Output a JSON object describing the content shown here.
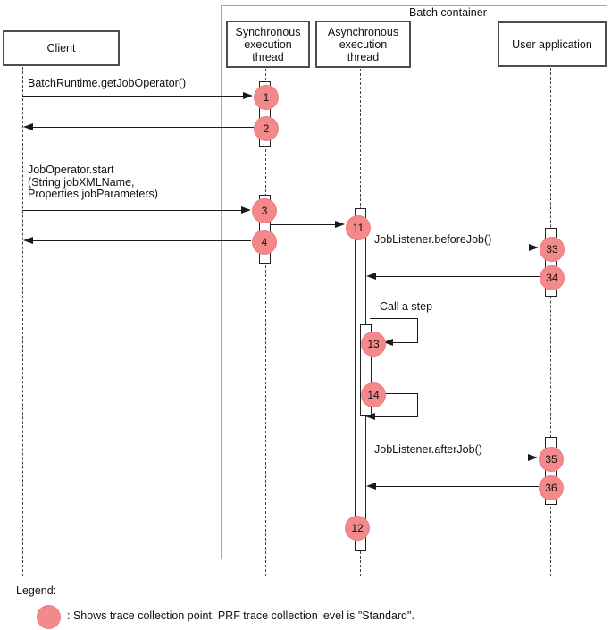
{
  "container": {
    "title": "Batch container"
  },
  "actors": {
    "client": {
      "label": "Client"
    },
    "sync_thread": {
      "lines": [
        "Synchronous",
        "execution",
        "thread"
      ]
    },
    "async_thread": {
      "lines": [
        "Asynchronous",
        "execution",
        "thread"
      ]
    },
    "user_app": {
      "label": "User application"
    }
  },
  "messages": {
    "get_job_operator": "BatchRuntime.getJobOperator()",
    "job_operator_start_lines": [
      "JobOperator.start",
      "(String jobXMLName,",
      "Properties jobParameters)"
    ],
    "before_job": "JobListener.beforeJob()",
    "call_a_step": "Call a step",
    "after_job": "JobListener.afterJob()"
  },
  "trace_points": [
    {
      "id": "1"
    },
    {
      "id": "2"
    },
    {
      "id": "3"
    },
    {
      "id": "4"
    },
    {
      "id": "11"
    },
    {
      "id": "33"
    },
    {
      "id": "34"
    },
    {
      "id": "13"
    },
    {
      "id": "14"
    },
    {
      "id": "35"
    },
    {
      "id": "36"
    },
    {
      "id": "12"
    }
  ],
  "legend": {
    "heading": "Legend:",
    "description": ": Shows trace collection point. PRF trace collection level is \"Standard\"."
  },
  "colors": {
    "trace_point_fill": "#F4898C",
    "trace_point_border": "#E87F83",
    "container_border": "#A8A8A8",
    "actor_border": "#4D4D4D",
    "line_color": "#1A1A1A"
  }
}
